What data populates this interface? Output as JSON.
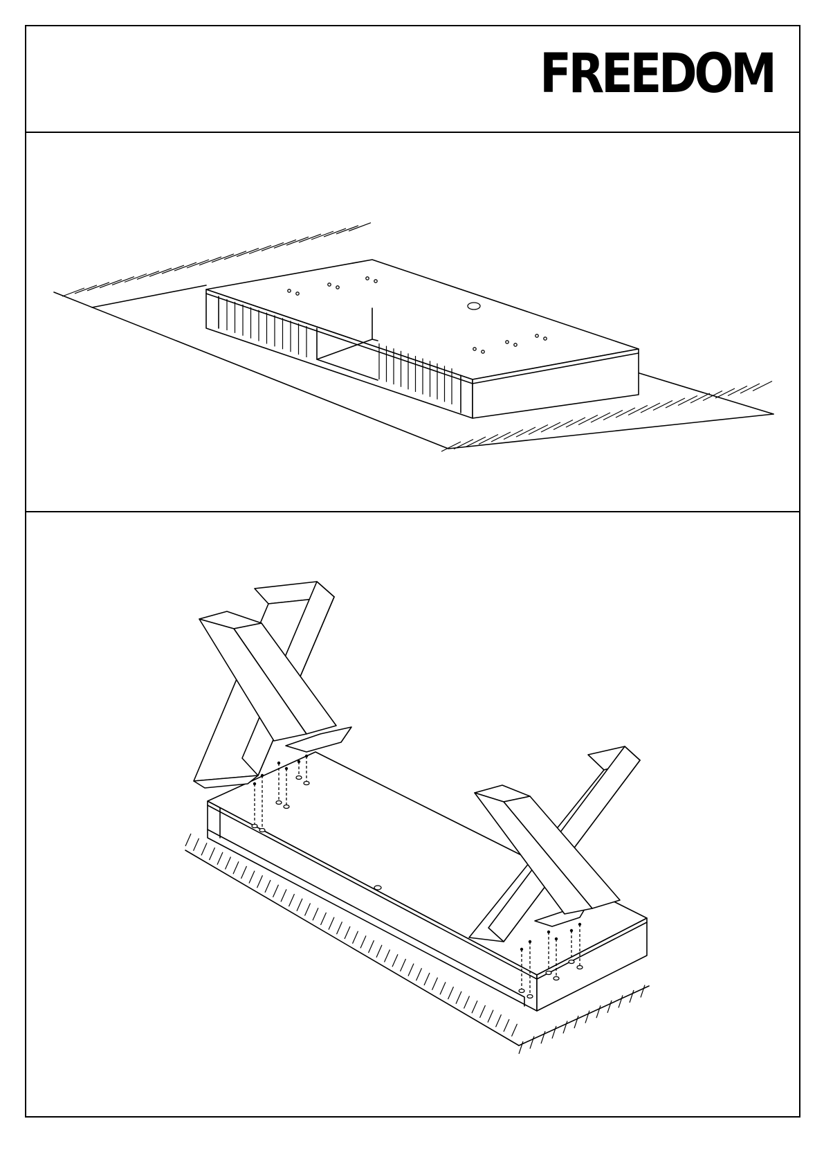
{
  "brand": {
    "logo_text": "FREEDOM",
    "logo_color": "#000000"
  },
  "steps": [
    {
      "id": "step-1",
      "illustration": "tabletop-placed-face-down-on-floor"
    },
    {
      "id": "step-2",
      "illustration": "x-legs-attached-with-screws"
    }
  ],
  "colors": {
    "line": "#000000",
    "background": "#ffffff"
  }
}
